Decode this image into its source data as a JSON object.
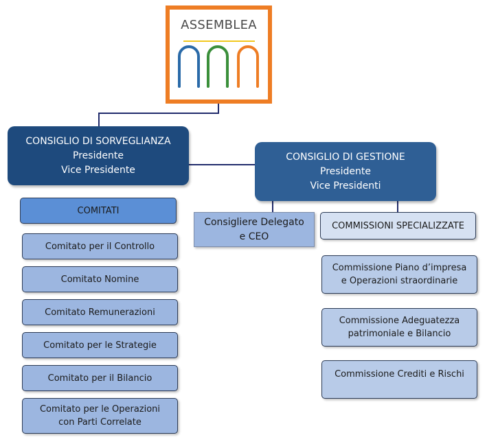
{
  "logo": {
    "text": "ASSEMBLEA",
    "arch_colors": [
      "#2a6aa8",
      "#3a8f3a",
      "#ee7d24"
    ],
    "border_color": "#ee7d24"
  },
  "consiglio_sorveglianza": {
    "title": "CONSIGLIO DI SORVEGLIANZA",
    "line1": "Presidente",
    "line2": "Vice Presidente"
  },
  "consiglio_gestione": {
    "title": "CONSIGLIO DI GESTIONE",
    "line1": "Presidente",
    "line2": "Vice Presidenti"
  },
  "comitati": {
    "header": "COMITATI",
    "items": [
      "Comitato per il Controllo",
      "Comitato Nomine",
      "Comitato Remunerazioni",
      "Comitato per le Strategie",
      "Comitato per il Bilancio",
      "Comitato per le Operazioni con Parti Correlate"
    ]
  },
  "consigliere": {
    "line1": "Consigliere Delegato",
    "line2": "e CEO"
  },
  "commissioni": {
    "header": "COMMISSIONI SPECIALIZZATE",
    "items": [
      "Commissione Piano d’impresa e Operazioni straordinarie",
      "Commissione Adeguatezza patrimoniale e Bilancio",
      "Commissione Crediti e Rischi"
    ]
  },
  "colors": {
    "board_dark": "#1e4a7d",
    "board_mid": "#2f5f95",
    "comitati_header": "#5b8fd6",
    "box_blue": "#9cb6e0",
    "box_light": "#b8cbe8",
    "connector": "#1f2a6b"
  }
}
